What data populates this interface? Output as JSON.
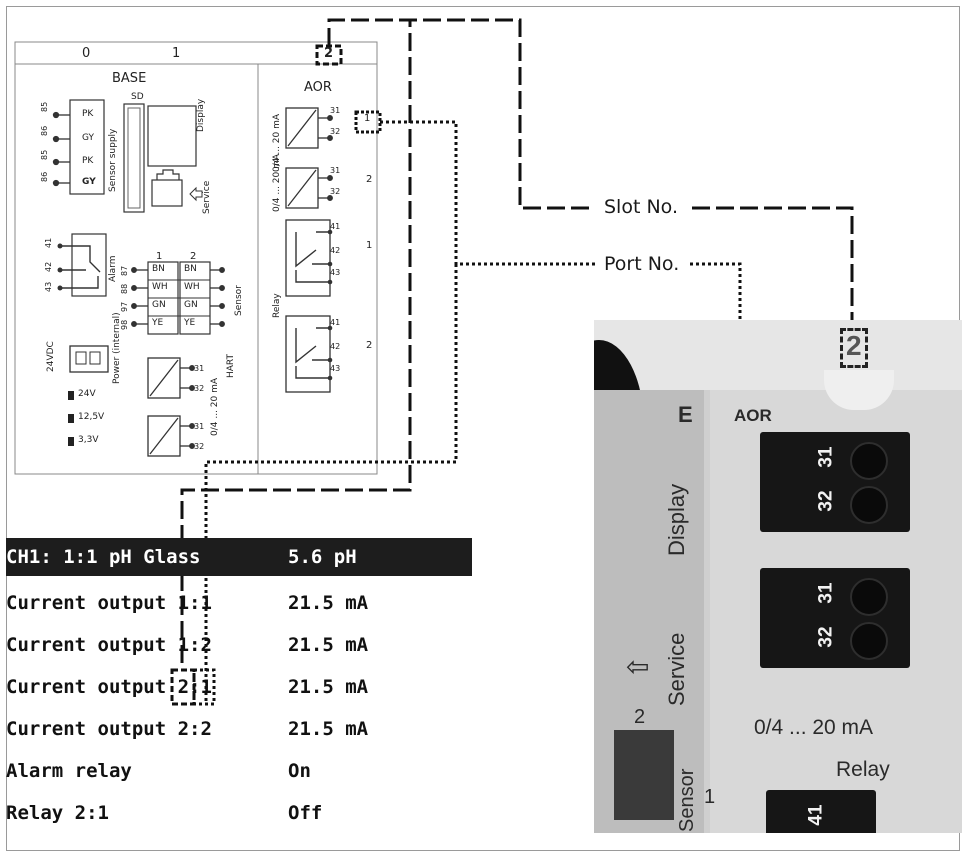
{
  "diagram": {
    "slot_header": {
      "slot0": "0",
      "slot1": "1",
      "slot2": "2"
    },
    "base": {
      "title": "BASE",
      "sd": "SD",
      "display_label": "Display",
      "service_label": "Service",
      "sensor_supply_label": "Sensor supply",
      "wires_supply": [
        "PK",
        "GY",
        "PK",
        "GY"
      ],
      "terminals_supply": [
        "85",
        "86",
        "85",
        "86"
      ],
      "alarm_label": "Alarm",
      "alarm_terminals": [
        "41",
        "42",
        "43"
      ],
      "sensor_label": "Sensor",
      "sensor_wires": [
        "BN",
        "WH",
        "GN",
        "YE"
      ],
      "sensor_terminals": [
        "87",
        "88",
        "97",
        "98"
      ],
      "sensor_channel_1": "1",
      "sensor_channel_2": "2",
      "power_label": "Power (internal)",
      "power_volt": "24VDC",
      "voltages": [
        "24V",
        "12,5V",
        "3,3V"
      ],
      "hart_label": "HART",
      "range_label": "0/4 ... 20 mA",
      "out_terminals": [
        "31",
        "32"
      ]
    },
    "aor": {
      "title": "AOR",
      "range_label": "0/4 ... 20 mA",
      "relay_label": "Relay",
      "out_terminals": [
        "31",
        "32"
      ],
      "relay_terminals": [
        "41",
        "42",
        "43"
      ],
      "port_1": "1",
      "port_2": "2"
    },
    "annotations": {
      "slot": "Slot No.",
      "port": "Port No."
    }
  },
  "display": {
    "rows": [
      {
        "name": "CH1: 1:1 pH Glass",
        "value": "5.6 pH",
        "highlight": true
      },
      {
        "name": "Current output 1:1",
        "value": "21.5 mA"
      },
      {
        "name": "Current output 1:2",
        "value": "21.5 mA"
      },
      {
        "name": "Current output 2:1",
        "value": "21.5 mA"
      },
      {
        "name": "Current output 2:2",
        "value": "21.5 mA"
      },
      {
        "name": "Alarm relay",
        "value": "On"
      },
      {
        "name": "Relay 2:1",
        "value": "Off"
      }
    ]
  },
  "photo": {
    "slot_mark": "2",
    "module_label": "AOR",
    "base_letter": "E",
    "display_label": "Display",
    "service_label": "Service",
    "range_label": "0/4 ... 20 mA",
    "relay_label": "Relay",
    "terminals": [
      "31",
      "32",
      "31",
      "32",
      "41"
    ],
    "side_marks": [
      "2",
      "1"
    ],
    "sensor_fragment": "Sensor"
  }
}
